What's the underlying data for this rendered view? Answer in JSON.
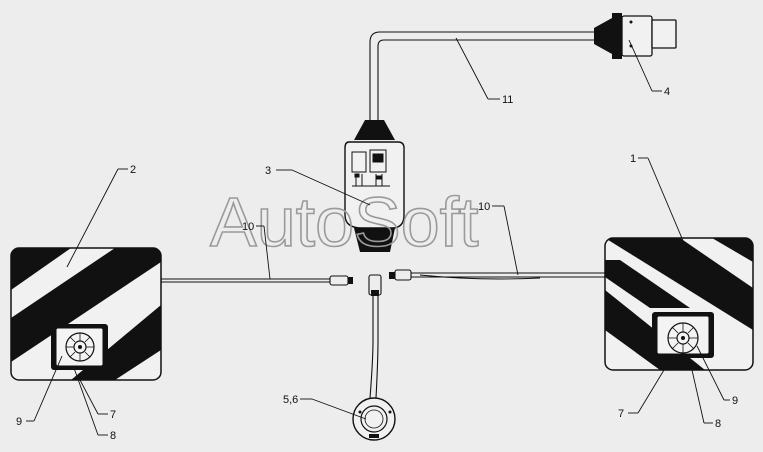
{
  "watermark": "AutoSoft",
  "callouts": {
    "c1": "1",
    "c2": "2",
    "c3": "3",
    "c4": "4",
    "c56": "5,6",
    "c7_left": "7",
    "c7_right": "7",
    "c8_left": "8",
    "c8_right": "8",
    "c9_left": "9",
    "c9_right": "9",
    "c10_left": "10",
    "c10_right": "10",
    "c11": "11"
  },
  "colors": {
    "background": "#ecedec",
    "ink": "#111111",
    "panel": "#f1f1f1",
    "watermark": "#9a9a9a"
  }
}
